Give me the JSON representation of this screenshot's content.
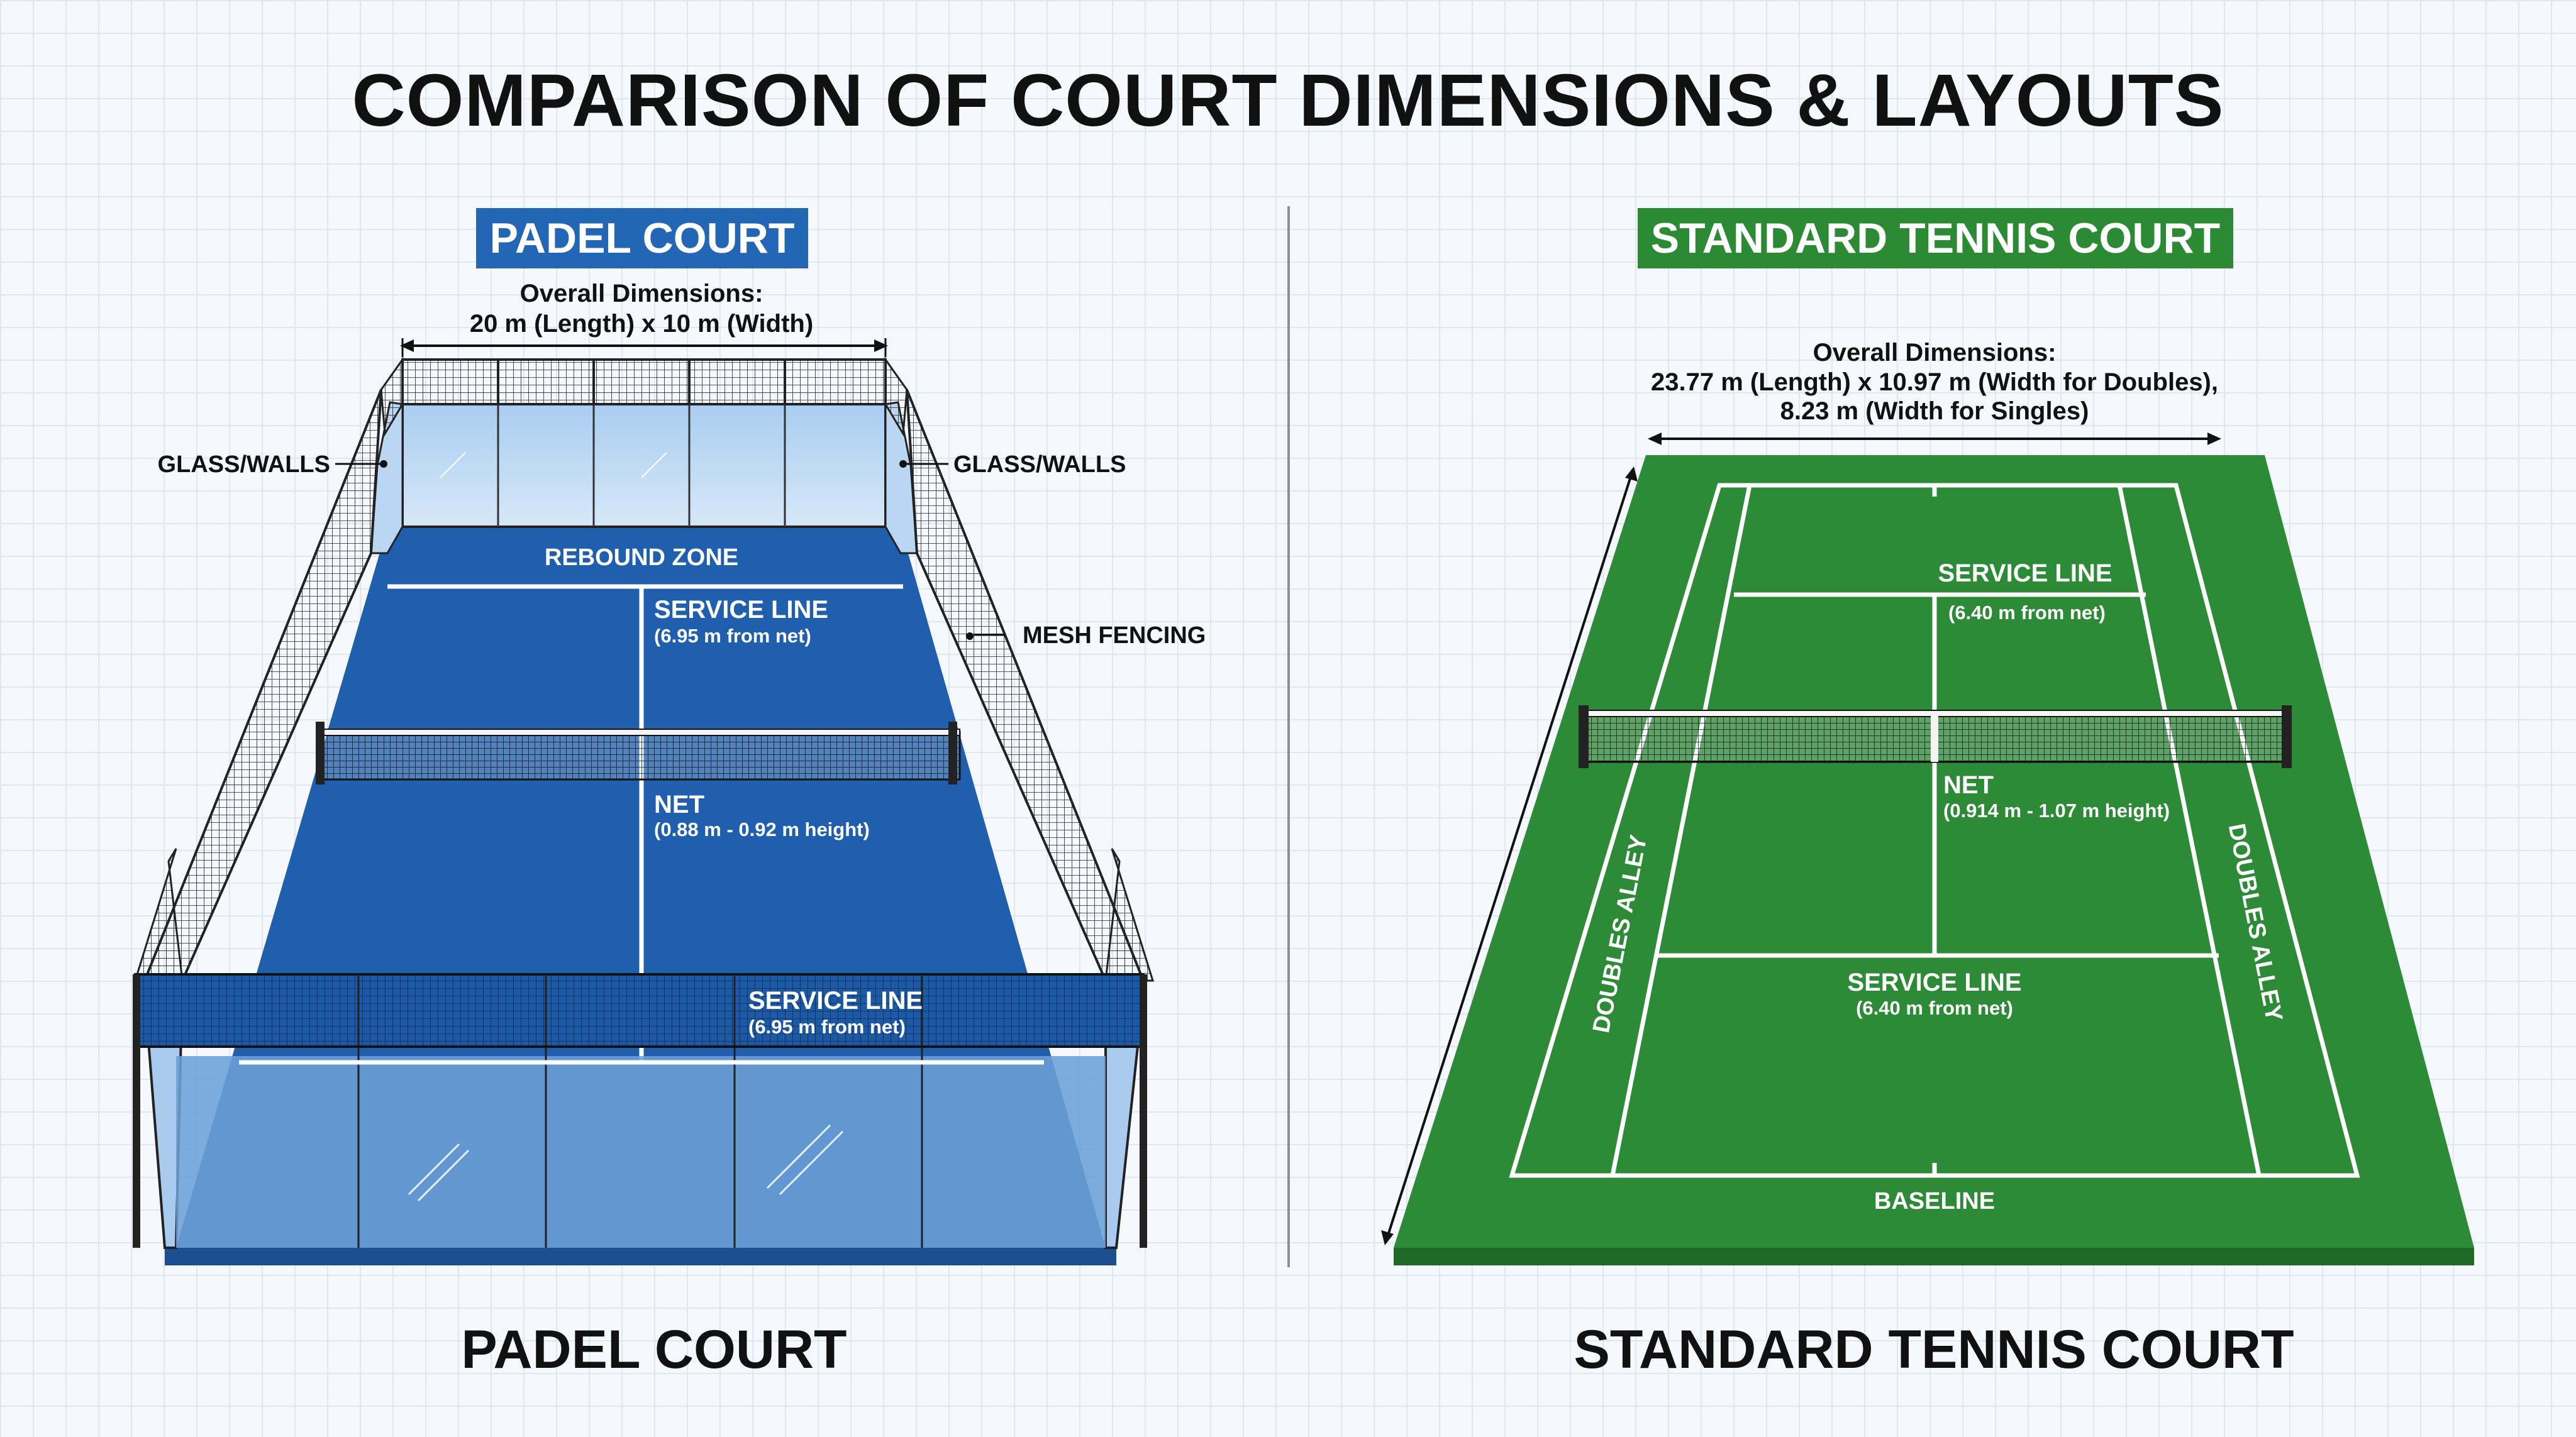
{
  "title": "COMPARISON OF COURT DIMENSIONS & LAYOUTS",
  "padel": {
    "badge": "PADEL COURT",
    "overall_title": "Overall Dimensions:",
    "overall_value": "20 m (Length) x 10 m (Width)",
    "glass_left": "GLASS/WALLS",
    "glass_right": "GLASS/WALLS",
    "mesh_fencing": "MESH FENCING",
    "rebound_zone": "REBOUND ZONE",
    "service_line_far": "SERVICE LINE",
    "service_line_far_note": "(6.95 m from net)",
    "net": "NET",
    "net_note": "(0.88 m - 0.92 m height)",
    "service_line_near": "SERVICE LINE",
    "service_line_near_note": "(6.95 m from net)",
    "bottom_label": "PADEL COURT",
    "colors": {
      "surface": "#1f5fae",
      "glass": "#6c9fd6",
      "accent": "#2366b5"
    }
  },
  "tennis": {
    "badge": "STANDARD TENNIS COURT",
    "overall_line1": "Overall Dimensions:",
    "overall_line2": "23.77 m (Length) x 10.97 m (Width for Doubles),",
    "overall_line3": "8.23 m (Width for Singles)",
    "service_line_far": "SERVICE LINE",
    "service_line_far_note": "(6.40 m from net)",
    "net": "NET",
    "net_note": "(0.914 m - 1.07 m height)",
    "service_line_near": "SERVICE LINE",
    "service_line_near_note": "(6.40 m from net)",
    "doubles_alley_left": "DOUBLES ALLEY",
    "doubles_alley_right": "DOUBLES ALLEY",
    "baseline": "BASELINE",
    "bottom_label": "STANDARD TENNIS COURT",
    "colors": {
      "surface": "#2d8a36",
      "accent": "#2c8a35"
    }
  }
}
